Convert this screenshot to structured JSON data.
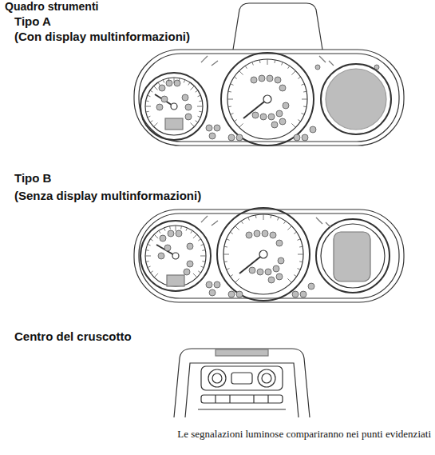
{
  "diagram": {
    "title": "Quadro strumenti",
    "caption": "Le segnalazioni luminose compariranno nei punti evidenziati",
    "labels": [
      "Tipo A",
      "(Con display multinformazioni)",
      "Tipo B",
      "(Senza display multinformazioni)",
      "Centro del cruscotto"
    ]
  }
}
